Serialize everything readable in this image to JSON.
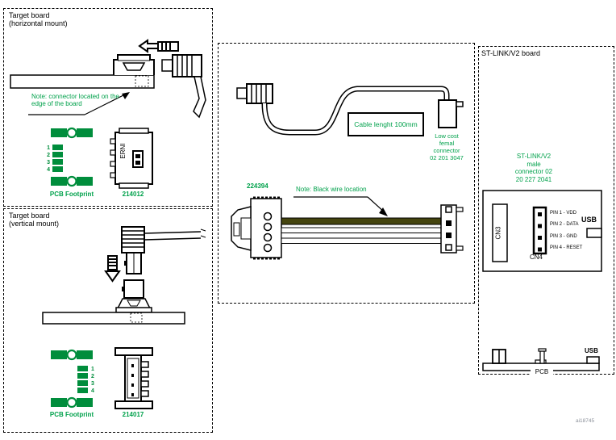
{
  "watermark": "ai18745",
  "colors": {
    "text_green": "#00a14b",
    "pad_green": "#008d3c",
    "black_wire": "#45450f"
  },
  "target_horizontal": {
    "title": [
      "Target board",
      "(horizontal mount)"
    ],
    "note": [
      "Note: connector located on the",
      "edge of the board"
    ],
    "pins": [
      "1",
      "2",
      "3",
      "4"
    ],
    "footprint_label": "PCB Footprint",
    "part_number": "214012",
    "brand": "ERNI"
  },
  "target_vertical": {
    "title": [
      "Target board",
      "(vertical mount)"
    ],
    "pins": [
      "1",
      "2",
      "3",
      "4"
    ],
    "footprint_label": "PCB Footprint",
    "part_number": "214017"
  },
  "cable": {
    "length_label": "Cable lenght 100mm",
    "female_connector": [
      "Low cost",
      "femal",
      "connector",
      "02 201 3047"
    ],
    "part_number": "224394",
    "note": "Note: Black wire location"
  },
  "stlink": {
    "title": "ST-LINK/V2 board",
    "male_connector": [
      "ST-LINK/V2",
      "male",
      "connector 02",
      "20 227 2041"
    ],
    "cn3": "CN3",
    "cn4": "CN4",
    "pins": [
      "PIN 1 - VDD",
      "PIN 2 - DATA",
      "PIN 3 - GND",
      "PIN 4 - RESET"
    ],
    "usb_top": "USB",
    "usb_bottom": "USB",
    "pcb": "PCB"
  }
}
